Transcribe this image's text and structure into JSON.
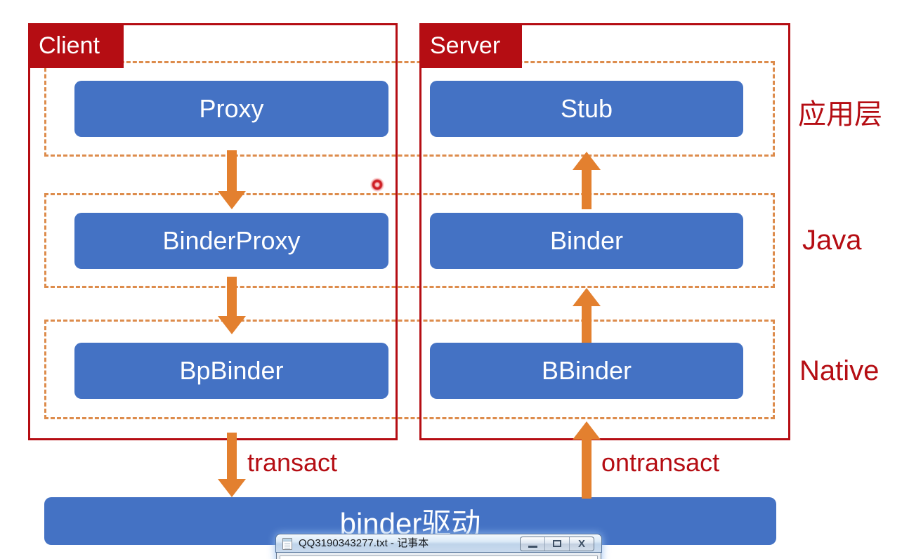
{
  "colors": {
    "accent_blue": "#4472C4",
    "arrow_orange": "#E3802F",
    "dashed_orange": "#DD8C4C",
    "dark_red": "#B50D13",
    "node_text": "#FFFFFF"
  },
  "diagram": {
    "client": {
      "label": "Client",
      "nodes": [
        "Proxy",
        "BinderProxy",
        "BpBinder"
      ],
      "arrow_label": "transact"
    },
    "server": {
      "label": "Server",
      "nodes": [
        "Stub",
        "Binder",
        "BBinder"
      ],
      "arrow_label": "ontransact"
    },
    "layers": [
      "应用层",
      "Java",
      "Native"
    ],
    "driver_label": "binder驱动"
  },
  "notepad": {
    "title": "QQ3190343277.txt - 记事本",
    "close_glyph": "X"
  }
}
